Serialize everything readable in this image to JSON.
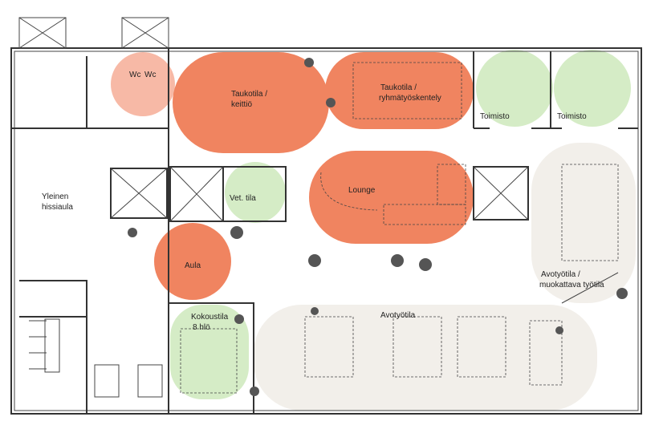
{
  "colors": {
    "break_zone": "#f08460",
    "wc_zone": "#f7b9a6",
    "office_zone": "#d5ecc6",
    "open_zone": "#f2efea"
  },
  "labels": {
    "wc1": "Wc",
    "wc2": "Wc",
    "kitchen_l1": "Taukotila /",
    "kitchen_l2": "keittiö",
    "group_l1": "Taukotila /",
    "group_l2": "ryhmätyöskentely",
    "office1": "Toimisto",
    "office2": "Toimisto",
    "elevator_l1": "Yleinen",
    "elevator_l2": "hissiaula",
    "vet": "Vet. tila",
    "lounge": "Lounge",
    "lobby": "Aula",
    "flex_l1": "Avotyötila /",
    "flex_l2": "muokattava työtila",
    "meeting_l1": "Kokoustila",
    "meeting_l2": "8 hlö",
    "open": "Avotyötila"
  }
}
